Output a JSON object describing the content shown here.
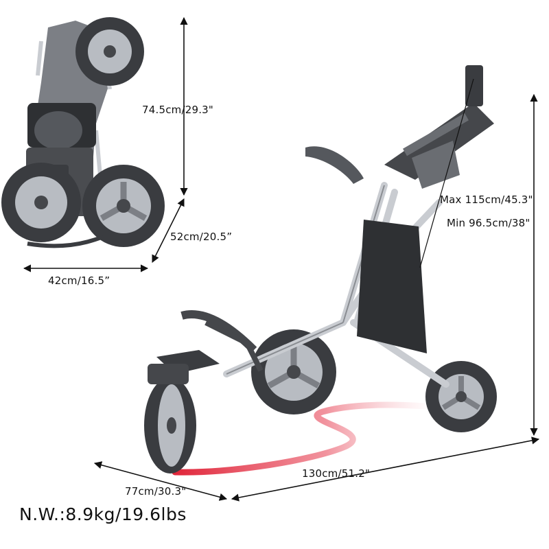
{
  "dimensions": {
    "folded_height": "74.5cm/29.3\"",
    "folded_depth": "52cm/20.5”",
    "folded_width": "42cm/16.5”",
    "handle_max": "Max 115cm/45.3\"",
    "handle_min": "Min 96.5cm/38\"",
    "open_length": "130cm/51.2\"",
    "open_width": "77cm/30.3\""
  },
  "net_weight": "N.W.:8.9kg/19.6lbs",
  "colors": {
    "frame": "#c9ccd1",
    "tire": "#3a3c40",
    "hub": "#b8bcc2",
    "plastic": "#45474b",
    "bag": "#2e3033",
    "swirl": "#e0263a"
  }
}
